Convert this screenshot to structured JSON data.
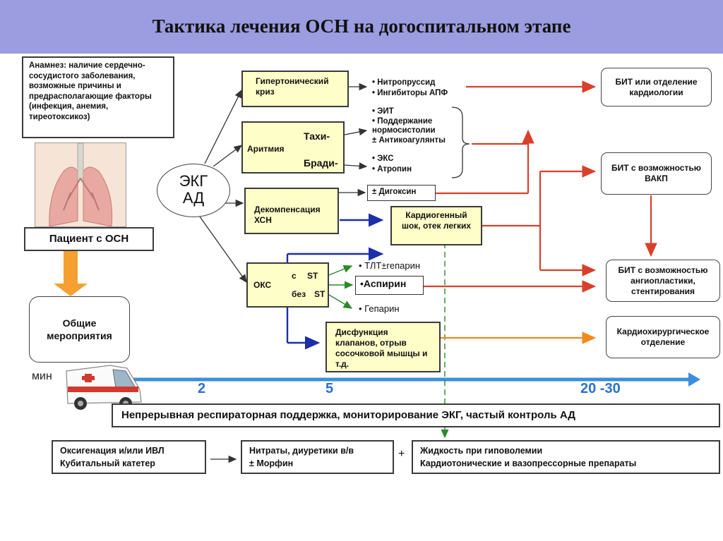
{
  "title": "Тактика лечения ОСН на догоспитальном этапе",
  "anamnesis": "Анамнез: наличие сердечно-сосудистого заболевания, возможные причины и предрасполагающие факторы (инфекция, анемия, тиреотоксикоз)",
  "patient": "Пациент с ОСН",
  "general_measures": "Общие мероприятия",
  "ecg": {
    "line1": "ЭКГ",
    "line2": "АД"
  },
  "conditions": {
    "hypertensive": "Гипертонический криз",
    "arrhythmia": {
      "label": "Аритмия",
      "tachy": "Тахи-",
      "brady": "Бради-"
    },
    "decompensation": "Декомпенсация ХСН",
    "oks": {
      "label": "ОКС",
      "with": "с",
      "without": "без",
      "st": "ST"
    },
    "valve": "Дисфункция клапанов, отрыв сосочковой мышцы и т.д.",
    "shock": "Кардиогенный шок, отек легких"
  },
  "treatments": {
    "hypertensive": [
      "• Нитропруссид",
      "• Ингибиторы АПФ"
    ],
    "tachy": [
      "• ЭИТ",
      "• Поддержание",
      "нормосистолии",
      "± Антикоагулянты"
    ],
    "brady": [
      "• ЭКС",
      "• Атропин"
    ],
    "digoxin": "± Дигоксин",
    "tlt": "• ТЛТ±гепарин",
    "aspirin": "•Аспирин",
    "heparin": "• Гепарин"
  },
  "destinations": {
    "bit_cardio": "БИТ или отделение кардиологии",
    "bit_vakp": "БИТ с возможностью ВАКП",
    "bit_angio": "БИТ с возможностью ангиопластики, стентирования",
    "cardiosurgery": "Кардиохирургическое отделение"
  },
  "timeline": {
    "unit": "мин",
    "t1": "2",
    "t2": "5",
    "t3": "20 -30"
  },
  "support": "Непрерывная респираторная поддержка, мониторирование ЭКГ, частый контроль АД",
  "bottom": {
    "oxygen": [
      "Оксигенация и/или ИВЛ",
      "Кубитальный катетер"
    ],
    "nitrates": [
      "Нитраты, диуретики в/в",
      "± Морфин"
    ],
    "plus": "+",
    "fluids": [
      "Жидкость при гиповолемии",
      "Кардиотонические и вазопрессорные препараты"
    ]
  },
  "colors": {
    "header": "#9c9ce0",
    "red_arrow": "#d9402a",
    "orange_arrow": "#f08a1c",
    "blue_arrow": "#1d2fa8",
    "green_dash": "#2a8a2a",
    "timeline": "#3b8fdc"
  }
}
